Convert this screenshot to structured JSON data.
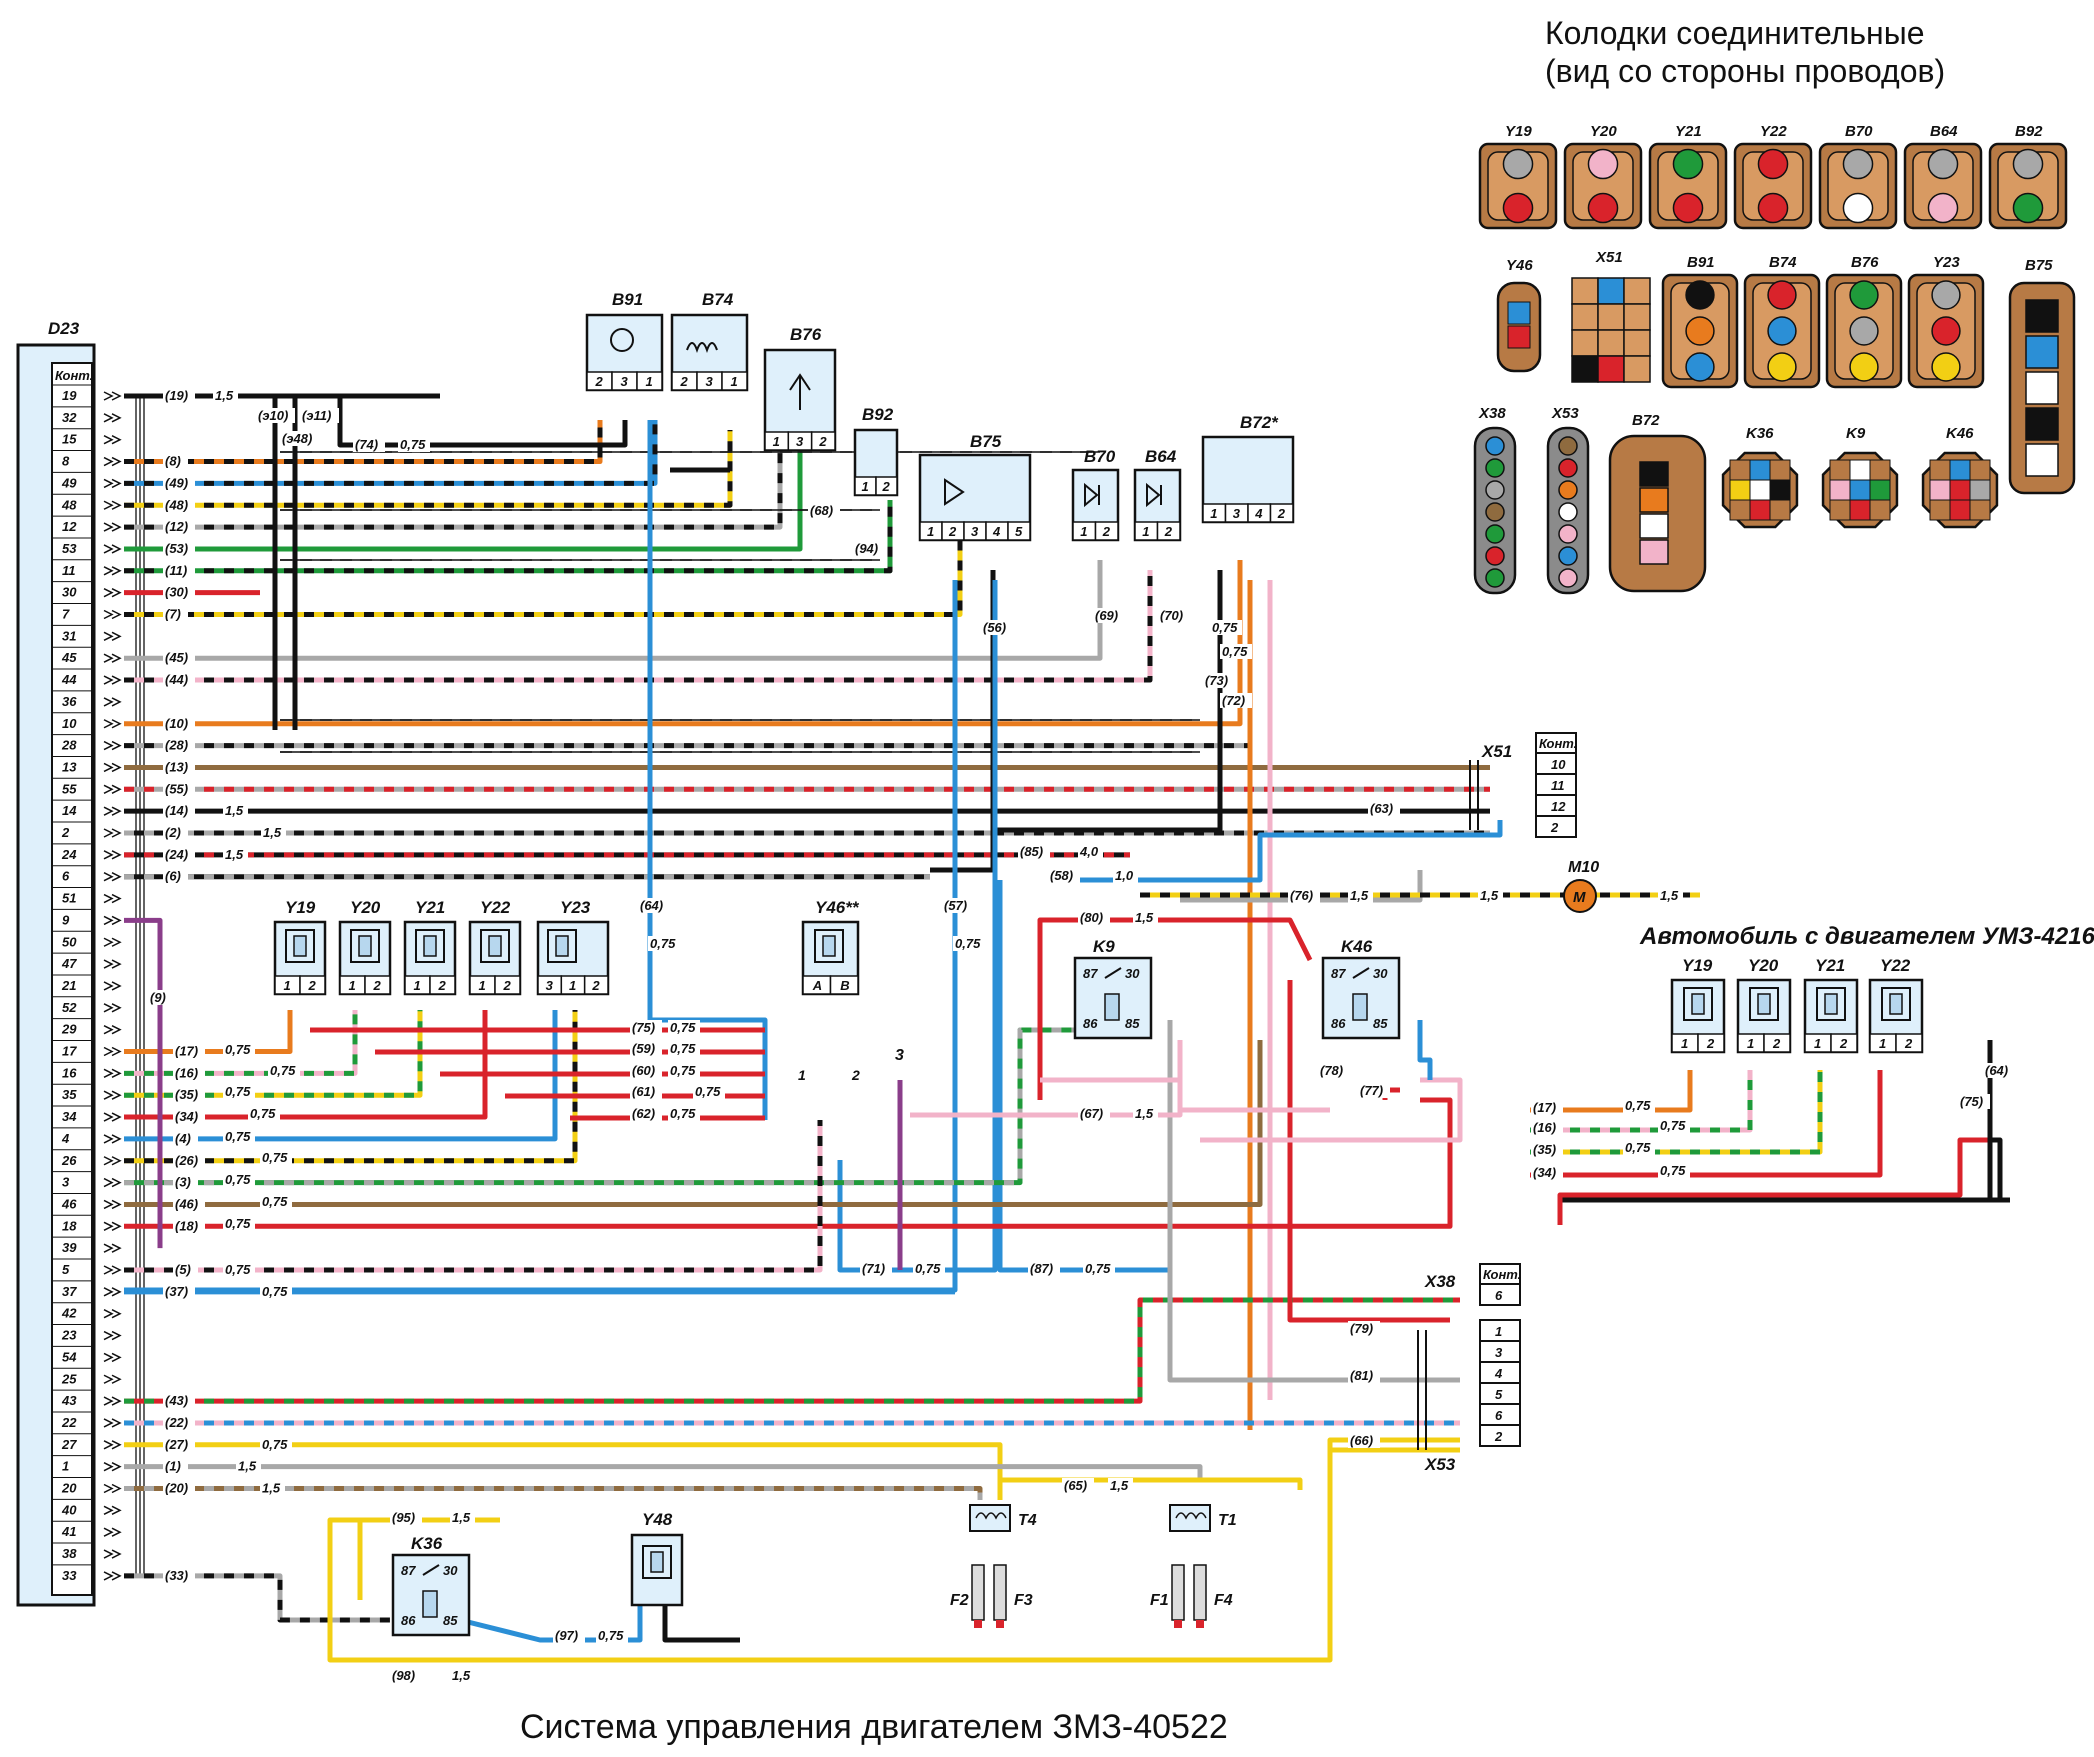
{
  "legend_title_line1": "Колодки соединительные",
  "legend_title_line2": "(вид со стороны проводов)",
  "bottom_title": "Система управления двигателем ЗМЗ-40522",
  "alt_title": "Автомобиль с двигателем УМЗ-4216",
  "ecu": {
    "label": "D23",
    "header": "Конт.",
    "pins": [
      "19",
      "32",
      "15",
      "8",
      "49",
      "48",
      "12",
      "53",
      "11",
      "30",
      "7",
      "31",
      "45",
      "44",
      "36",
      "10",
      "28",
      "13",
      "55",
      "14",
      "2",
      "24",
      "6",
      "51",
      "9",
      "50",
      "47",
      "21",
      "52",
      "29",
      "17",
      "16",
      "35",
      "34",
      "4",
      "26",
      "3",
      "46",
      "18",
      "39",
      "5",
      "37",
      "42",
      "23",
      "54",
      "25",
      "43",
      "22",
      "27",
      "1",
      "20",
      "40",
      "41",
      "38",
      "33"
    ]
  },
  "connector_legend": {
    "row1": [
      "Y19",
      "Y20",
      "Y21",
      "Y22",
      "B70",
      "B64",
      "B92"
    ],
    "row2": [
      "Y46",
      "X51",
      "B91",
      "B74",
      "B76",
      "Y23",
      "B75"
    ],
    "row3": [
      "X38",
      "X53",
      "B72",
      "K36",
      "K9",
      "K46"
    ]
  },
  "components": {
    "B91": "B91",
    "B74": "B74",
    "B76": "B76",
    "B92": "B92",
    "B75": "B75",
    "B70": "B70",
    "B64": "B64",
    "B72": "B72*",
    "Y19": "Y19",
    "Y20": "Y20",
    "Y21": "Y21",
    "Y22": "Y22",
    "Y23": "Y23",
    "Y46": "Y46**",
    "K9": "K9",
    "K46": "K46",
    "K36": "K36",
    "Y48": "Y48",
    "T4": "T4",
    "T1": "T1",
    "M10": "M10",
    "X51": "X51",
    "X38": "X38",
    "X53": "X53",
    "F1": "F1",
    "F2": "F2",
    "F3": "F3",
    "F4": "F4",
    "M": "M",
    "three": "3",
    "one": "1",
    "two": "2"
  },
  "x51": {
    "header": "Конт.",
    "pins": [
      "10",
      "11",
      "12",
      "2"
    ]
  },
  "x38": {
    "header": "Конт.",
    "pins": [
      "6"
    ]
  },
  "x53": {
    "pins": [
      "1",
      "3",
      "4",
      "5",
      "6",
      "2"
    ]
  },
  "relay_pins": {
    "p87": "87",
    "p30": "30",
    "p86": "86",
    "p85": "85"
  },
  "wires": {
    "w19": "(19)",
    "w8": "(8)",
    "w49": "(49)",
    "w48": "(48)",
    "w12": "(12)",
    "w53": "(53)",
    "w11": "(11)",
    "w30": "(30)",
    "w7": "(7)",
    "w45": "(45)",
    "w44": "(44)",
    "w10": "(10)",
    "w28": "(28)",
    "w13": "(13)",
    "w55": "(55)",
    "w14": "(14)",
    "w2": "(2)",
    "w24": "(24)",
    "w6": "(6)",
    "w9": "(9)",
    "w17": "(17)",
    "w16": "(16)",
    "w35": "(35)",
    "w34": "(34)",
    "w4": "(4)",
    "w26": "(26)",
    "w3": "(3)",
    "w46": "(46)",
    "w18": "(18)",
    "w5": "(5)",
    "w37": "(37)",
    "w43": "(43)",
    "w22": "(22)",
    "w27": "(27)",
    "w1": "(1)",
    "w20": "(20)",
    "w33": "(33)",
    "w74": "(74)",
    "w68": "(68)",
    "w94": "(94)",
    "w56": "(56)",
    "w69": "(69)",
    "w70": "(70)",
    "w73": "(73)",
    "w72": "(72)",
    "w63": "(63)",
    "w85": "(85)",
    "w58": "(58)",
    "w76": "(76)",
    "w80": "(80)",
    "w64": "(64)",
    "w57": "(57)",
    "w75": "(75)",
    "w59": "(59)",
    "w60": "(60)",
    "w61": "(61)",
    "w62": "(62)",
    "w67": "(67)",
    "w78": "(78)",
    "w77": "(77)",
    "w71": "(71)",
    "w87": "(87)",
    "w79": "(79)",
    "w81": "(81)",
    "w66": "(66)",
    "w65": "(65)",
    "w95": "(95)",
    "w97": "(97)",
    "w98": "(98)",
    "we10": "(э10)",
    "we11": "(э11)",
    "we48": "(э48)",
    "s15": "1,5",
    "s075": "0,75",
    "s40": "4,0",
    "s10": "1,0"
  },
  "colors": {
    "red": "#d9232b",
    "orange": "#e87b1e",
    "yellow": "#f2cf14",
    "green": "#1f9a3a",
    "blue": "#2b8fd6",
    "brown": "#8f6b3f",
    "violet": "#8a3d8a",
    "pink": "#f2b3c9",
    "grey": "#a8a8a8",
    "black": "#111111",
    "comp_fill": "#dff0fb",
    "conn_brown": "#b77a45"
  }
}
